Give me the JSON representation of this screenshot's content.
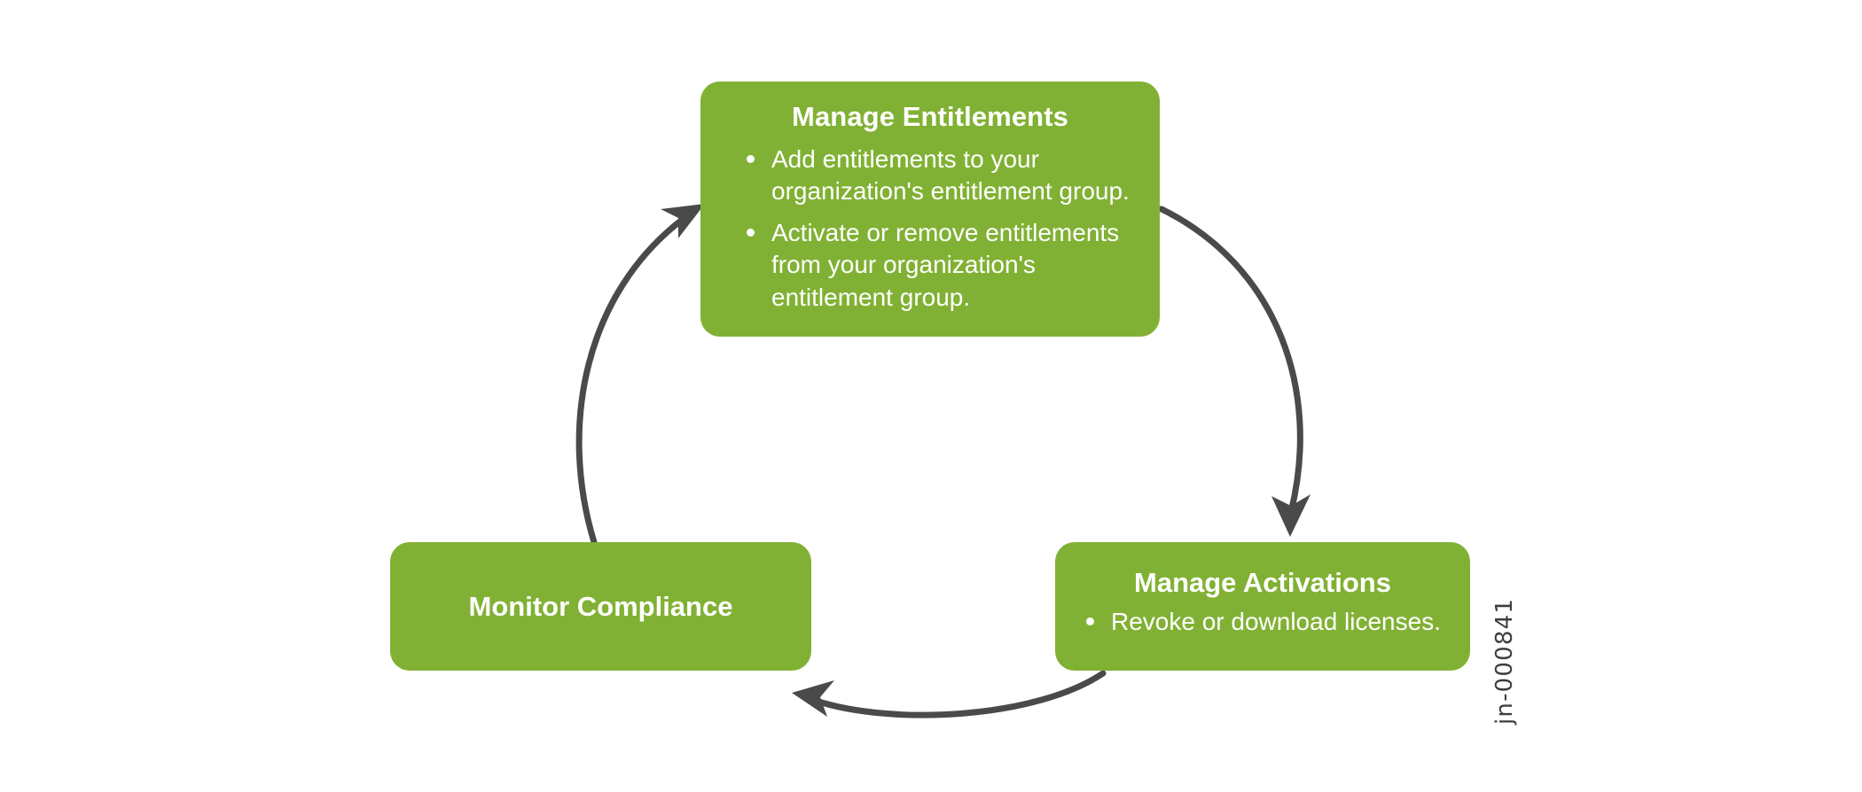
{
  "diagram": {
    "type": "cycle",
    "background_color": "#ffffff",
    "node_color": "#81b134",
    "node_text_color": "#ffffff",
    "arrow_color": "#4a4a4a",
    "nodes": [
      {
        "id": "entitlements",
        "title": "Manage Entitlements",
        "bullets": [
          "Add entitlements to your organization's entitlement group.",
          "Activate or remove entitlements from your organization's entitlement group."
        ]
      },
      {
        "id": "activations",
        "title": "Manage Activations",
        "bullets": [
          "Revoke or download licenses."
        ]
      },
      {
        "id": "compliance",
        "title": "Monitor Compliance",
        "bullets": []
      }
    ],
    "arrows": [
      {
        "from": "entitlements",
        "to": "activations"
      },
      {
        "from": "activations",
        "to": "compliance"
      },
      {
        "from": "compliance",
        "to": "entitlements"
      }
    ]
  },
  "figure_id": "jn-000841"
}
